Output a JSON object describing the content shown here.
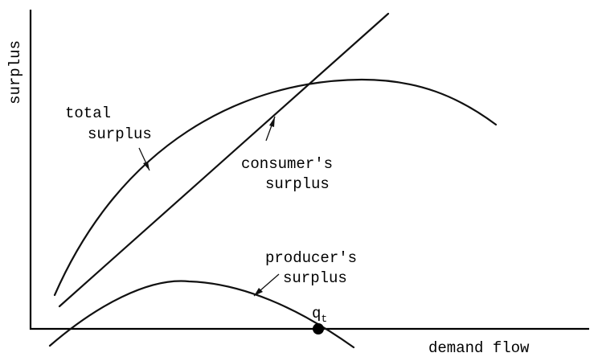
{
  "axes": {
    "y_label": "surplus",
    "x_label": "demand flow"
  },
  "curves": {
    "total_surplus": {
      "label_line1": "total",
      "label_line2": "surplus"
    },
    "consumers_surplus": {
      "label_line1": "consumer's",
      "label_line2": "surplus"
    },
    "producers_surplus": {
      "label_line1": "producer's",
      "label_line2": "surplus"
    }
  },
  "marker": {
    "label_main": "q",
    "label_sub": "t"
  }
}
